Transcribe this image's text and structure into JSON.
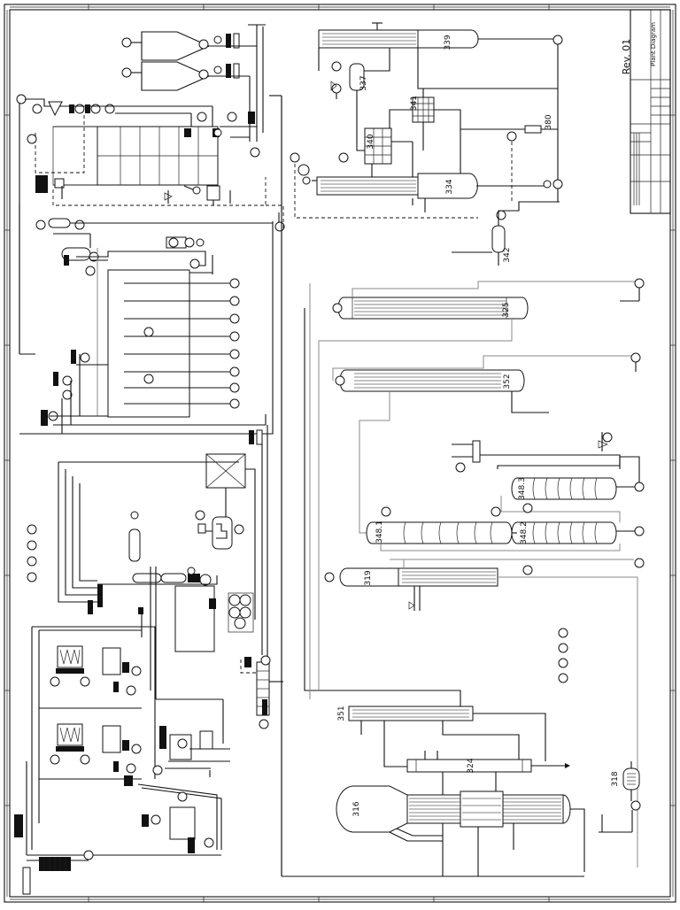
{
  "title_block": {
    "revision": "Rev. 01",
    "drawing_title": "Plant Diagram"
  },
  "equipment_tags": {
    "e339": "339",
    "e337": "337",
    "e341": "341",
    "e340": "340",
    "e380": "380",
    "e334": "334",
    "e342": "342",
    "e325": "325",
    "e352": "352",
    "e348_1": "348.1",
    "e348_2": "348.2",
    "e348_3": "348.3",
    "e319": "319",
    "e351": "351",
    "e324": "324",
    "e316": "316",
    "e318": "318"
  }
}
